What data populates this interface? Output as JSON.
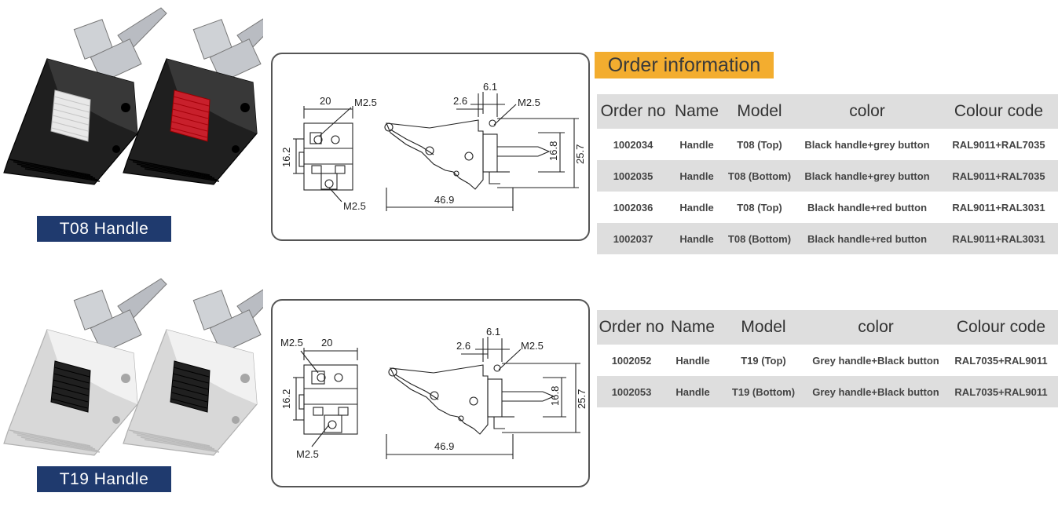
{
  "products": [
    {
      "caption": "T08 Handle",
      "handle_color": "#1f1f1f",
      "button_colors": [
        "#e8e8e8",
        "#c8202c"
      ]
    },
    {
      "caption": "T19 Handle",
      "handle_color": "#d8d8d8",
      "button_colors": [
        "#202020",
        "#202020"
      ]
    }
  ],
  "drawing": {
    "dims": {
      "width_front": "20",
      "height_front": "16.2",
      "thread_top": "M2.5",
      "thread_bottom": "M2.5",
      "length": "46.9",
      "offset_a": "2.6",
      "offset_b": "6.1",
      "thread_side": "M2.5",
      "pin_height": "16.8",
      "overall_height": "25.7"
    }
  },
  "order": {
    "title": "Order information",
    "headers": [
      "Order no",
      "Name",
      "Model",
      "color",
      "Colour code"
    ],
    "tables": [
      {
        "rows": [
          [
            "1002034",
            "Handle",
            "T08 (Top)",
            "Black handle+grey button",
            "RAL9011+RAL7035"
          ],
          [
            "1002035",
            "Handle",
            "T08 (Bottom)",
            "Black handle+grey button",
            "RAL9011+RAL7035"
          ],
          [
            "1002036",
            "Handle",
            "T08 (Top)",
            "Black handle+red button",
            "RAL9011+RAL3031"
          ],
          [
            "1002037",
            "Handle",
            "T08 (Bottom)",
            "Black handle+red button",
            "RAL9011+RAL3031"
          ]
        ]
      },
      {
        "rows": [
          [
            "1002052",
            "Handle",
            "T19 (Top)",
            "Grey handle+Black button",
            "RAL7035+RAL9011"
          ],
          [
            "1002053",
            "Handle",
            "T19 (Bottom)",
            "Grey handle+Black button",
            "RAL7035+RAL9011"
          ]
        ]
      }
    ]
  }
}
